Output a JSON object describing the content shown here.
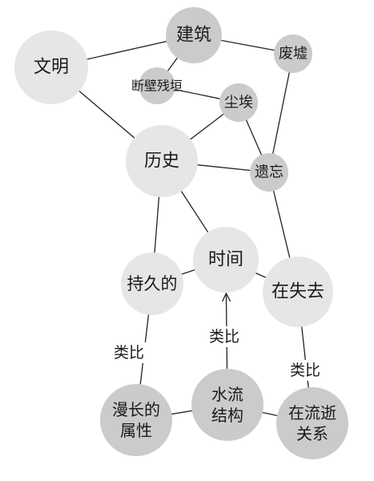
{
  "colors": {
    "light": "#e6e6e6",
    "dark": "#cbcbcb",
    "edge": "#222222",
    "text": "#1a1a1a"
  },
  "nodes": [
    {
      "id": "jianzhu",
      "lines": [
        "建筑"
      ],
      "tone": "dark"
    },
    {
      "id": "wenming",
      "lines": [
        "文明"
      ],
      "tone": "light"
    },
    {
      "id": "feixu",
      "lines": [
        "废墟"
      ],
      "tone": "dark"
    },
    {
      "id": "duanbi",
      "lines": [
        "断壁残垣"
      ],
      "tone": "dark"
    },
    {
      "id": "chenai",
      "lines": [
        "尘埃"
      ],
      "tone": "dark"
    },
    {
      "id": "lishi",
      "lines": [
        "历史"
      ],
      "tone": "light"
    },
    {
      "id": "yiwang",
      "lines": [
        "遗忘"
      ],
      "tone": "dark"
    },
    {
      "id": "shijian",
      "lines": [
        "时间"
      ],
      "tone": "light"
    },
    {
      "id": "chijiu",
      "lines": [
        "持久的"
      ],
      "tone": "light"
    },
    {
      "id": "zaishiqu",
      "lines": [
        "在失去"
      ],
      "tone": "light"
    },
    {
      "id": "manchang",
      "lines": [
        "漫长的",
        "属性"
      ],
      "tone": "dark"
    },
    {
      "id": "shuiliu",
      "lines": [
        "水流",
        "结构"
      ],
      "tone": "dark"
    },
    {
      "id": "zailiushi",
      "lines": [
        "在流逝",
        "关系"
      ],
      "tone": "dark"
    }
  ],
  "edges": [
    {
      "from": "wenming",
      "to": "jianzhu"
    },
    {
      "from": "jianzhu",
      "to": "feixu"
    },
    {
      "from": "jianzhu",
      "to": "duanbi"
    },
    {
      "from": "duanbi",
      "to": "chenai"
    },
    {
      "from": "wenming",
      "to": "lishi"
    },
    {
      "from": "lishi",
      "to": "chenai"
    },
    {
      "from": "chenai",
      "to": "yiwang"
    },
    {
      "from": "feixu",
      "to": "yiwang"
    },
    {
      "from": "lishi",
      "to": "yiwang"
    },
    {
      "from": "lishi",
      "to": "shijian"
    },
    {
      "from": "lishi",
      "to": "chijiu"
    },
    {
      "from": "chijiu",
      "to": "shijian"
    },
    {
      "from": "shijian",
      "to": "zaishiqu"
    },
    {
      "from": "yiwang",
      "to": "zaishiqu"
    },
    {
      "from": "chijiu",
      "to": "manchang",
      "label": "类比"
    },
    {
      "from": "shuiliu",
      "to": "shijian",
      "label": "类比",
      "arrow": true
    },
    {
      "from": "zaishiqu",
      "to": "zailiushi",
      "label": "类比"
    },
    {
      "from": "manchang",
      "to": "shuiliu"
    },
    {
      "from": "shuiliu",
      "to": "zailiushi"
    }
  ]
}
